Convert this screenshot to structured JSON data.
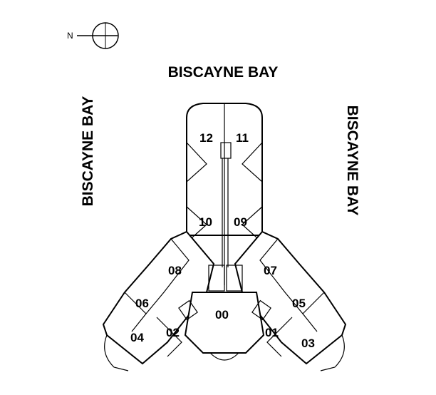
{
  "compass": {
    "label": "N",
    "icon": "north-arrow-icon"
  },
  "water_labels": {
    "top": "BISCAYNE BAY",
    "left": "BISCAYNE BAY",
    "right": "BISCAYNE BAY"
  },
  "units": {
    "u12": "12",
    "u11": "11",
    "u10": "10",
    "u09": "09",
    "u08": "08",
    "u07": "07",
    "u06": "06",
    "u05": "05",
    "u00": "00",
    "u02": "02",
    "u01": "01",
    "u04": "04",
    "u03": "03"
  }
}
